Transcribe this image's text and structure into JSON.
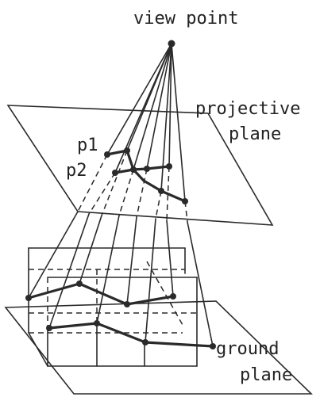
{
  "labels": {
    "view_point": "view point",
    "projective_plane_line1": "projective",
    "projective_plane_line2": "plane",
    "p1": "p1",
    "p2": "p2",
    "ground_plane_line1": "ground",
    "ground_plane_line2": "plane"
  },
  "colors": {
    "ink": "#2a2a2a",
    "background": "#ffffff"
  }
}
